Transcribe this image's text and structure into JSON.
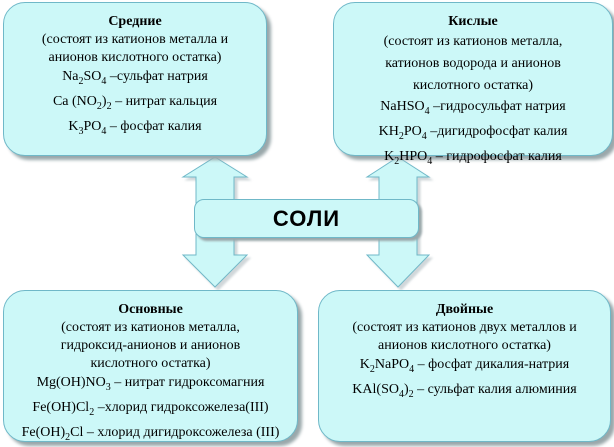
{
  "center": {
    "label": "СОЛИ"
  },
  "boxes": {
    "medium": {
      "title": "Средние",
      "desc": [
        "(состоят из катионов металла и",
        "анионов кислотного остатка)"
      ],
      "items": [
        "Na2SO4 –сульфат натрия",
        "Ca (NO2)2 – нитрат кальция",
        "K3PO4 – фосфат калия"
      ]
    },
    "acid": {
      "title": "Кислые",
      "desc": [
        "(состоят из катионов металла,",
        "катионов водорода и анионов",
        "кислотного остатка)"
      ],
      "items": [
        "NaHSO4 –гидросульфат натрия",
        "KH2PO4 –дигидрофосфат калия",
        "K2HPO4 – гидрофосфат калия"
      ]
    },
    "basic": {
      "title": "Основные",
      "desc": [
        "(состоят из катионов металла,",
        "гидроксид-анионов и анионов",
        "кислотного остатка)"
      ],
      "items": [
        "Mg(OH)NO3 – нитрат гидроксомагния",
        "Fe(OH)Cl2 –хлорид гидроксожелеза(III)",
        "Fe(OH)2Cl – хлорид дигидроксожелеза (III)"
      ]
    },
    "double": {
      "title": "Двойные",
      "desc": [
        "(состоят из катионов двух металлов и",
        "анионов кислотного остатка)"
      ],
      "items": [
        "K2NaPO4 – фосфат дикалия-натрия",
        "KAl(SO4)2 – сульфат калия алюминия"
      ]
    }
  },
  "colors": {
    "fill": "#ccf8f8",
    "border": "#6fb8c8",
    "shadow": "#9aa8ab"
  }
}
